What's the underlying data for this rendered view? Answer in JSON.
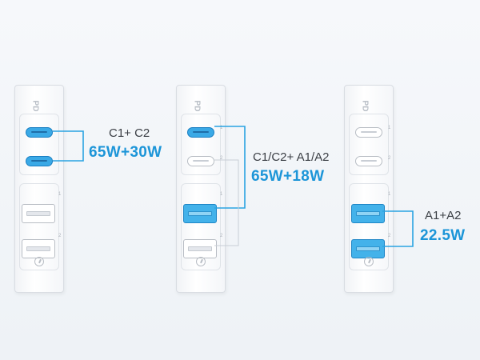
{
  "colors": {
    "active": "#3aa9e6",
    "line": "#2aa3e2",
    "text_dark": "#3b3f45",
    "text_accent": "#1c95d8"
  },
  "configs": [
    {
      "ports_label": "C1+ C2",
      "power_label": "65W+30W",
      "active_ports": [
        "C1",
        "C2"
      ]
    },
    {
      "ports_label": "C1/C2+ A1/A2",
      "power_label": "65W+18W",
      "active_ports": [
        "C1",
        "A1"
      ]
    },
    {
      "ports_label": "A1+A2",
      "power_label": "22.5W",
      "active_ports": [
        "A1",
        "A2"
      ]
    }
  ],
  "port_numbers": {
    "one": "1",
    "two": "2"
  },
  "logo_text": "PD",
  "icons": {
    "logo": "pd-logo-icon",
    "quick_charge": "quick-charge-icon"
  }
}
